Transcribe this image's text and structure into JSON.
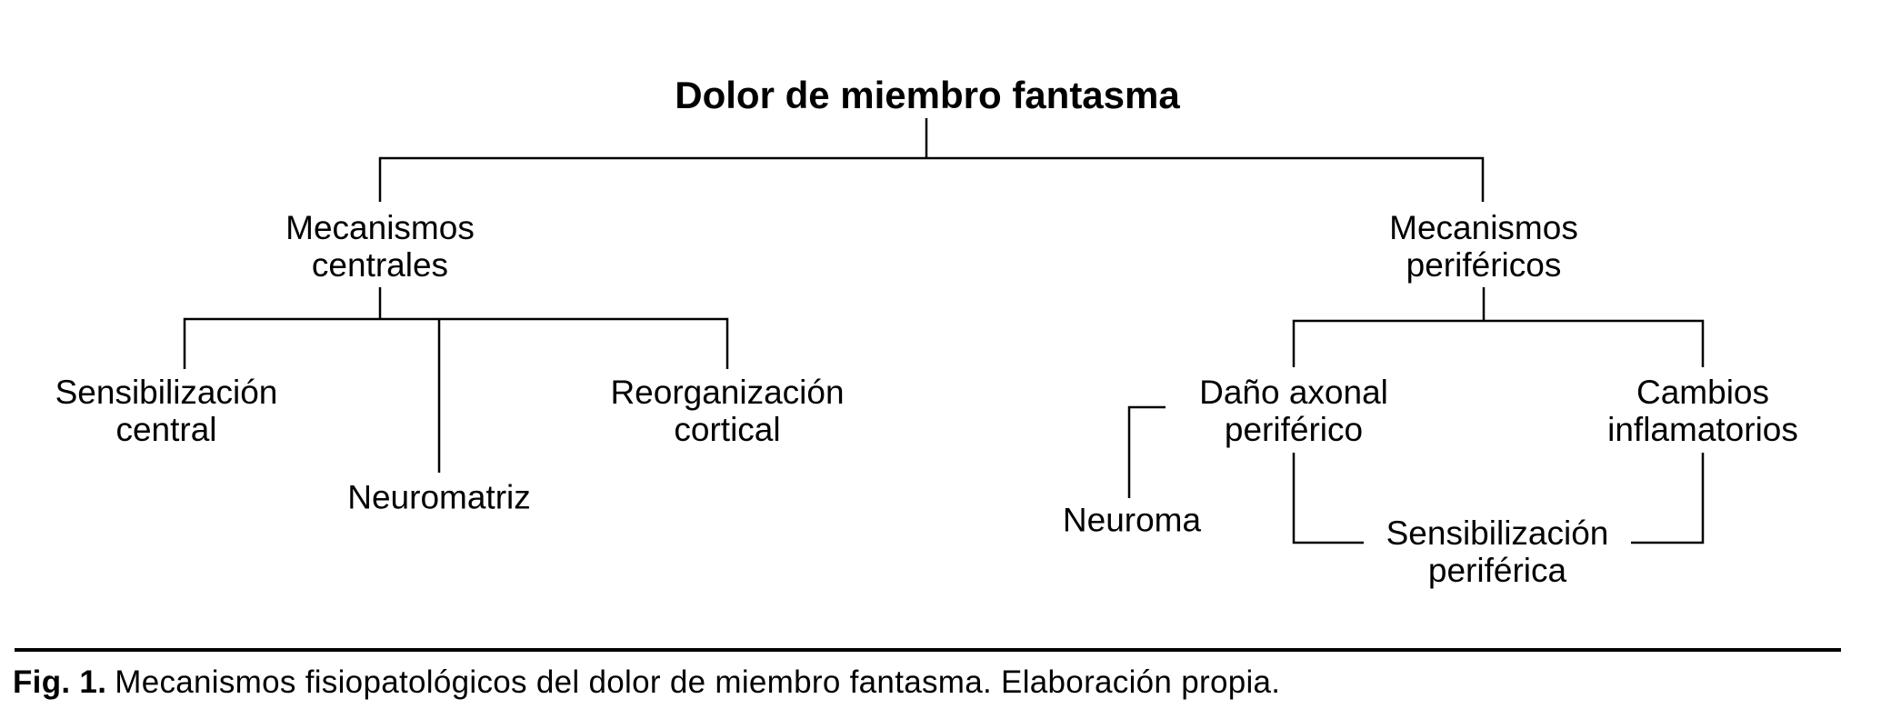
{
  "colors": {
    "ink": "#000000",
    "background": "#ffffff"
  },
  "figure": {
    "title": "Dolor de miembro fantasma",
    "branch_central": {
      "label": "Mecanismos\ncentrales",
      "children": {
        "sensibilizacion_central": "Sensibilización\ncentral",
        "neuromatriz": "Neuromatriz",
        "reorganizacion_cortical": "Reorganización\ncortical"
      }
    },
    "branch_periferico": {
      "label": "Mecanismos\nperiféricos",
      "children": {
        "dano_axonal": "Daño axonal\nperiférico",
        "cambios_inflamatorios": "Cambios\ninflamatorios"
      },
      "related": {
        "neuroma": "Neuroma",
        "sensibilizacion_periferica": "Sensibilización\nperiférica"
      }
    }
  },
  "caption": {
    "label": "Fig. 1.",
    "text": "Mecanismos fisiopatológicos del dolor de miembro fantasma. Elaboración propia."
  }
}
